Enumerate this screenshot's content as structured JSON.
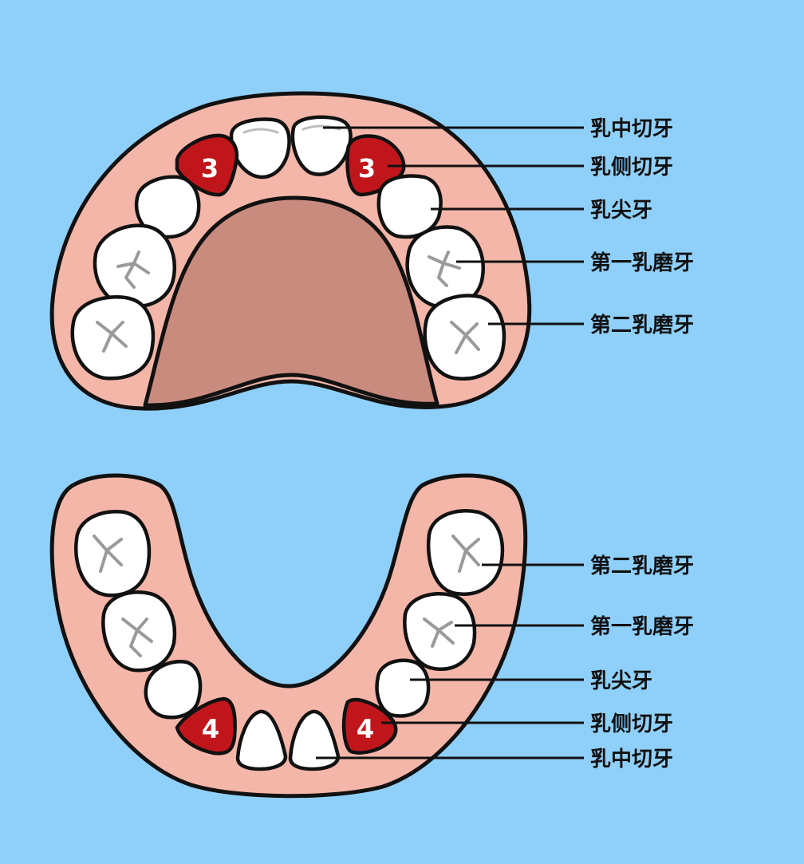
{
  "colors": {
    "background": "#8fd0fb",
    "gum": "#f4b6a8",
    "palate": "#c98b7e",
    "palate_dark": "#b57768",
    "tooth": "#ffffff",
    "tooth_groove": "#9a9a9a",
    "highlight_tooth": "#c0161b",
    "outline": "#111111"
  },
  "upper_jaw": {
    "highlight_number": "3",
    "labels": [
      "乳中切牙",
      "乳侧切牙",
      "乳尖牙",
      "第一乳磨牙",
      "第二乳磨牙"
    ]
  },
  "lower_jaw": {
    "highlight_number": "4",
    "labels": [
      "第二乳磨牙",
      "第一乳磨牙",
      "乳尖牙",
      "乳侧切牙",
      "乳中切牙"
    ]
  }
}
